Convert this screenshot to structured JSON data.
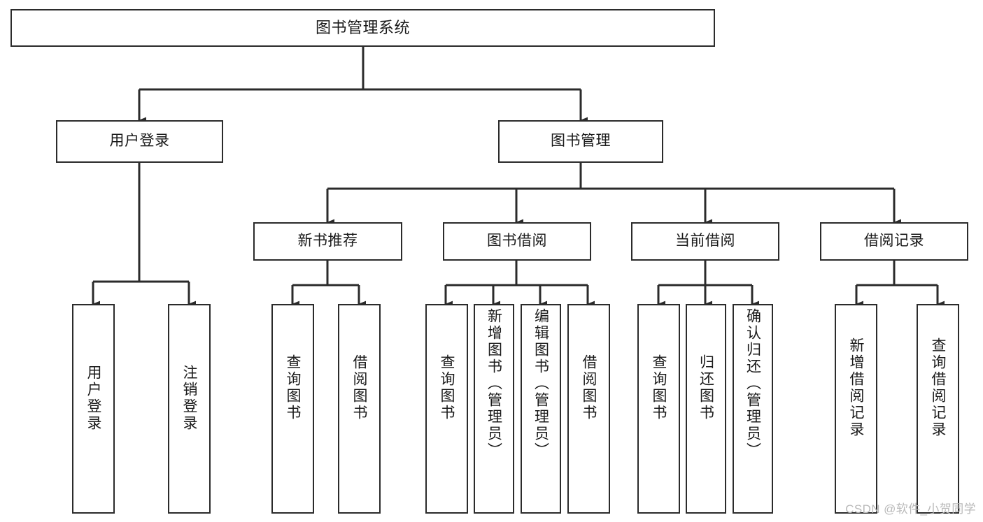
{
  "diagram": {
    "title": "图书管理系统",
    "type": "tree-hierarchy-flowchart",
    "stroke_color": "#2b2b2b",
    "fill_color": "#ffffff",
    "text_color": "#1a1a1a",
    "background": "#ffffff",
    "root": {
      "label": "图书管理系统"
    },
    "level1": [
      {
        "label": "用户登录"
      },
      {
        "label": "图书管理"
      }
    ],
    "level2": [
      {
        "label": "新书推荐"
      },
      {
        "label": "图书借阅"
      },
      {
        "label": "当前借阅"
      },
      {
        "label": "借阅记录"
      }
    ],
    "leaves": {
      "user_login": [
        {
          "label": "用户登录"
        },
        {
          "label": "注销登录"
        }
      ],
      "new_book_recommend": [
        {
          "label": "查询图书"
        },
        {
          "label": "借阅图书"
        }
      ],
      "book_borrow": [
        {
          "label": "查询图书"
        },
        {
          "label": "新增图书（管理员）"
        },
        {
          "label": "编辑图书（管理员）"
        },
        {
          "label": "借阅图书"
        }
      ],
      "current_borrow": [
        {
          "label": "查询图书"
        },
        {
          "label": "归还图书"
        },
        {
          "label": "确认归还（管理员）"
        }
      ],
      "borrow_record": [
        {
          "label": "新增借阅记录"
        },
        {
          "label": "查询借阅记录"
        }
      ]
    }
  },
  "watermark": {
    "text": "CSDN @软件_小贺同学",
    "color": "#b9b9b9"
  }
}
